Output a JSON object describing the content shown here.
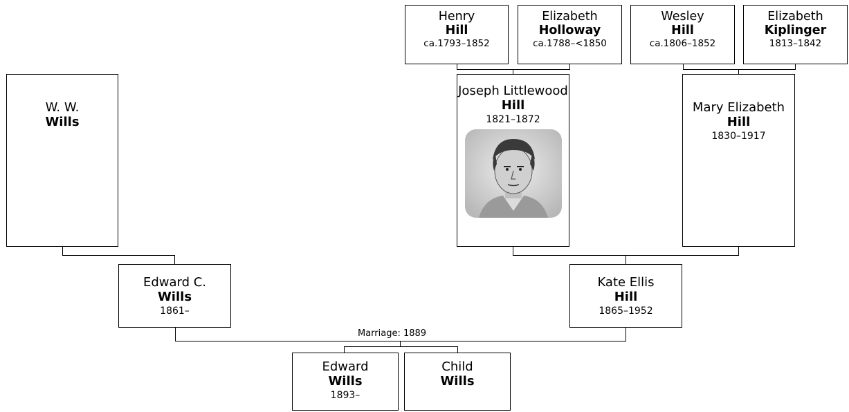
{
  "people": {
    "henry_hill": {
      "given": "Henry",
      "surname": "Hill",
      "dates": "ca.1793–1852"
    },
    "elizabeth_holloway": {
      "given": "Elizabeth",
      "surname": "Holloway",
      "dates": "ca.1788–<1850"
    },
    "wesley_hill": {
      "given": "Wesley",
      "surname": "Hill",
      "dates": "ca.1806–1852"
    },
    "elizabeth_kiplinger": {
      "given": "Elizabeth",
      "surname": "Kiplinger",
      "dates": "1813–1842"
    },
    "ww_wills": {
      "given": "W. W.",
      "surname": "Wills",
      "dates": ""
    },
    "joseph_hill": {
      "given": "Joseph Littlewood",
      "surname": "Hill",
      "dates": "1821–1872"
    },
    "mary_hill": {
      "given": "Mary Elizabeth",
      "surname": "Hill",
      "dates": "1830–1917"
    },
    "edward_c_wills": {
      "given": "Edward C.",
      "surname": "Wills",
      "dates": "1861–"
    },
    "kate_hill": {
      "given": "Kate Ellis",
      "surname": "Hill",
      "dates": "1865–1952"
    },
    "edward_wills": {
      "given": "Edward",
      "surname": "Wills",
      "dates": "1893–"
    },
    "child_wills": {
      "given": "Child",
      "surname": "Wills",
      "dates": ""
    }
  },
  "marriage_label": "Marriage: 1889"
}
